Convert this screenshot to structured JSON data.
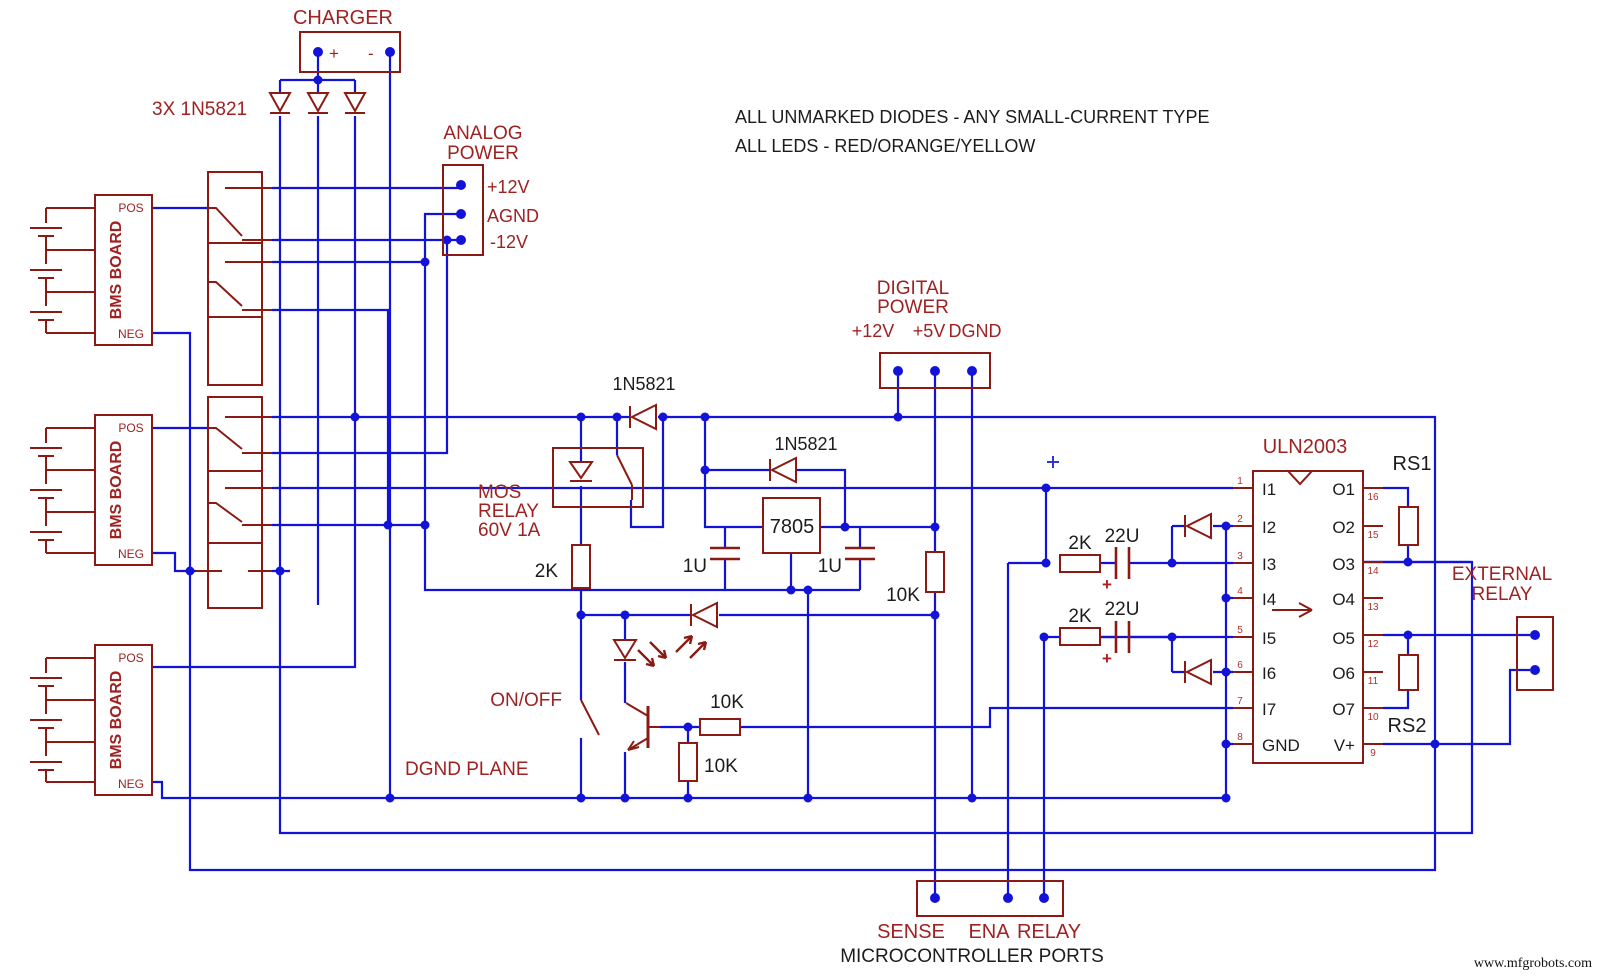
{
  "colors": {
    "wire": "#1212d8",
    "component": "#8c1a14",
    "label_red": "#9e2222",
    "ink": "#1c1c1c"
  },
  "notes": {
    "line1": "ALL UNMARKED DIODES - ANY SMALL-CURRENT TYPE",
    "line2": "ALL LEDS - RED/ORANGE/YELLOW"
  },
  "watermark": "www.mfgrobots.com",
  "charger": {
    "title": "CHARGER",
    "plus": "+",
    "minus": "-"
  },
  "diode_bank": {
    "label": "3X 1N5821"
  },
  "analog_power": {
    "title1": "ANALOG",
    "title2": "POWER",
    "pins": [
      "+12V",
      "AGND",
      "-12V"
    ]
  },
  "digital_power": {
    "title1": "DIGITAL",
    "title2": "POWER",
    "pins": [
      "+12V",
      "+5V",
      "DGND"
    ]
  },
  "bms": {
    "board": "BMS BOARD",
    "pos": "POS",
    "neg": "NEG"
  },
  "mos_relay": {
    "line1": "MOS",
    "line2": "RELAY",
    "line3": "60V 1A"
  },
  "parts": {
    "d1": "1N5821",
    "d2": "1N5821",
    "reg": "7805",
    "r_mos": "2K",
    "cap_in": "1U",
    "cap_out": "1U",
    "r_pullup": "10K",
    "r_base": "10K",
    "r_pulldown": "10K",
    "r_ena": "2K",
    "r_relay": "2K",
    "c_ena": "22U",
    "c_relay": "22U",
    "plus_ena": "+",
    "plus_relay": "+",
    "rs1": "RS1",
    "rs2": "RS2"
  },
  "onoff": "ON/OFF",
  "dgnd": "DGND PLANE",
  "uln": {
    "title": "ULN2003",
    "left": [
      {
        "n": "1",
        "label": "I1"
      },
      {
        "n": "2",
        "label": "I2"
      },
      {
        "n": "3",
        "label": "I3"
      },
      {
        "n": "4",
        "label": "I4"
      },
      {
        "n": "5",
        "label": "I5"
      },
      {
        "n": "6",
        "label": "I6"
      },
      {
        "n": "7",
        "label": "I7"
      },
      {
        "n": "8",
        "label": "GND"
      }
    ],
    "right": [
      {
        "n": "16",
        "label": "O1"
      },
      {
        "n": "15",
        "label": "O2"
      },
      {
        "n": "14",
        "label": "O3"
      },
      {
        "n": "13",
        "label": "O4"
      },
      {
        "n": "12",
        "label": "O5"
      },
      {
        "n": "11",
        "label": "O6"
      },
      {
        "n": "10",
        "label": "O7"
      },
      {
        "n": "9",
        "label": "V+"
      }
    ]
  },
  "external_relay": {
    "line1": "EXTERNAL",
    "line2": "RELAY"
  },
  "mcu": {
    "p1": "SENSE",
    "p2": "ENA",
    "p3": "RELAY",
    "title": "MICROCONTROLLER PORTS"
  }
}
